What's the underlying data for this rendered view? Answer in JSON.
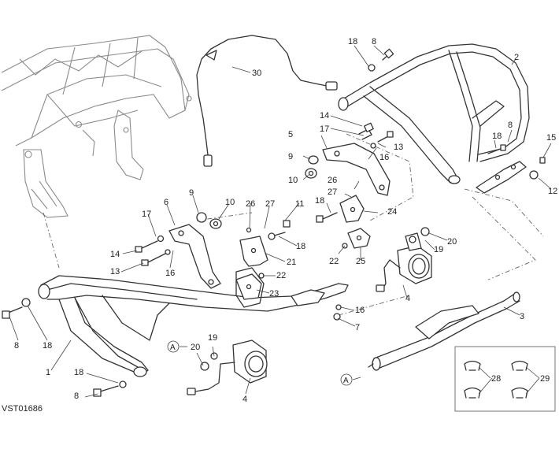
{
  "drawing_code": "VST01686",
  "reference_marker": "A",
  "callouts": {
    "c1": "1",
    "c2": "2",
    "c3": "3",
    "c4a": "4",
    "c4b": "4",
    "c5": "5",
    "c6": "6",
    "c7": "7",
    "c8a": "8",
    "c8b": "8",
    "c8c": "8",
    "c8d": "8",
    "c9a": "9",
    "c9b": "9",
    "c10a": "10",
    "c10b": "10",
    "c11": "11",
    "c12": "12",
    "c13a": "13",
    "c13b": "13",
    "c14a": "14",
    "c14b": "14",
    "c15": "15",
    "c16a": "16",
    "c16b": "16",
    "c16c": "16",
    "c17a": "17",
    "c17b": "17",
    "c18a": "18",
    "c18b": "18",
    "c18c": "18",
    "c18d": "18",
    "c18e": "18",
    "c18f": "18",
    "c19a": "19",
    "c19b": "19",
    "c20a": "20",
    "c20b": "20",
    "c21": "21",
    "c22a": "22",
    "c22b": "22",
    "c23": "23",
    "c24": "24",
    "c25": "25",
    "c26a": "26",
    "c26b": "26",
    "c27a": "27",
    "c27b": "27",
    "c28": "28",
    "c29": "29",
    "c30": "30"
  }
}
